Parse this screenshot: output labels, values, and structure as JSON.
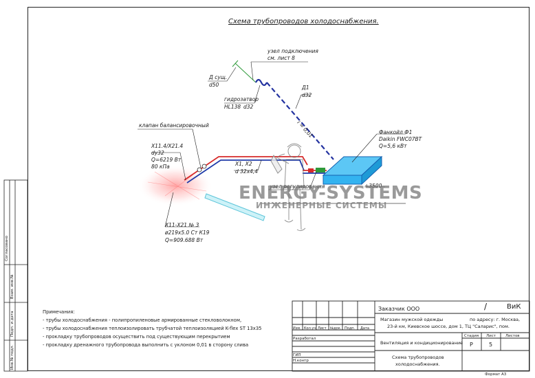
{
  "title": "Схема трубопроводов холодоснабжения.",
  "labels": {
    "node_connection_1": "узел подключения",
    "node_connection_2": "см. лист 8",
    "d_sup": "Д  сущ.",
    "d50": "d50",
    "hydro_1": "гидрозатвор",
    "hydro_2a": "HL138",
    "hydro_2b": "d32",
    "d1": "Д1",
    "d32": "d32",
    "slope": "i = 0,01",
    "valve": "клапан балансировочный",
    "x114_1": "Х11.4/Х21.4",
    "x114_2": "dy32",
    "x114_3": "Q=6219 Вт",
    "x114_4": "80 кПа",
    "x1x2_1": "Х1, Х2",
    "x1x2_2": "d 32х4,4",
    "reg_node": "узел регулирования",
    "fancoil_1": "Фанкойл Ф1",
    "fancoil_2": "Daikin FWC07BT",
    "fancoil_3": "Q=5,6 кВт",
    "h": "+3500",
    "x11x21_1": "Х11-Х21 № 3",
    "x11x21_2": "ø219х5.0 Ст К19",
    "x11x21_3": "Q=909.688 Вт"
  },
  "watermark": {
    "line1": "ENERGY-SYSTEMS",
    "line2": "ИНЖЕНЕРНЫЕ СИСТЕМЫ"
  },
  "notes": {
    "heading": "Примечания:",
    "items": [
      "- трубы холодоснабжения - полипропиленовые армированные стекловолокном,",
      "- трубы холодоснабжения теплоизолировать трубчатой теплоизоляцией K-flex ST 13х35",
      "- прокладку трубопроводов осуществить под существующим перекрытием",
      "- прокладку дренажного трубопровода выполнить с уклоном 0,01 в сторону слива"
    ]
  },
  "stamp": {
    "customer": "Заказчик ООО",
    "slash": "/",
    "code": "ВиК",
    "address_1": "Магазин мужской одежды",
    "address_1b": "по адресу: г. Москва,",
    "address_2": "23-й км, Киевское шоссе, дом 1, ТЦ \"Саларис\", пом.",
    "cols": [
      "Изм.",
      "Кол.уч.",
      "Лист",
      "№док.",
      "Подп.",
      "Дата"
    ],
    "developed": "Разработал",
    "gip": "ГИП",
    "norm": "Н.контр",
    "section": "Вентиляция и кондиционирование",
    "stage_h": "Стадия",
    "sheet_h": "Лист",
    "sheets_h": "Листов",
    "stage": "Р",
    "sheet": "5",
    "sheets": "",
    "drawing_1": "Схема трубопроводов",
    "drawing_2": "холодоснабжения.",
    "format_label": "Формат",
    "format": "А3"
  },
  "side": {
    "agreed": "Согласовано",
    "inv_vz": "Взам. инв.№",
    "sign_date": "Подп. и дата",
    "inv_orig": "Инв.№ подл."
  },
  "colors": {
    "pipe_red": "#d62a2a",
    "pipe_blue": "#1f3aa8",
    "drain_blue": "#2332a0",
    "fancoil_fill": "#33b3f0",
    "duct_cyan": "#7fd8e8",
    "green": "#2e9a3a",
    "watermark": "#7a7a7a",
    "glow": "#ff6060"
  }
}
